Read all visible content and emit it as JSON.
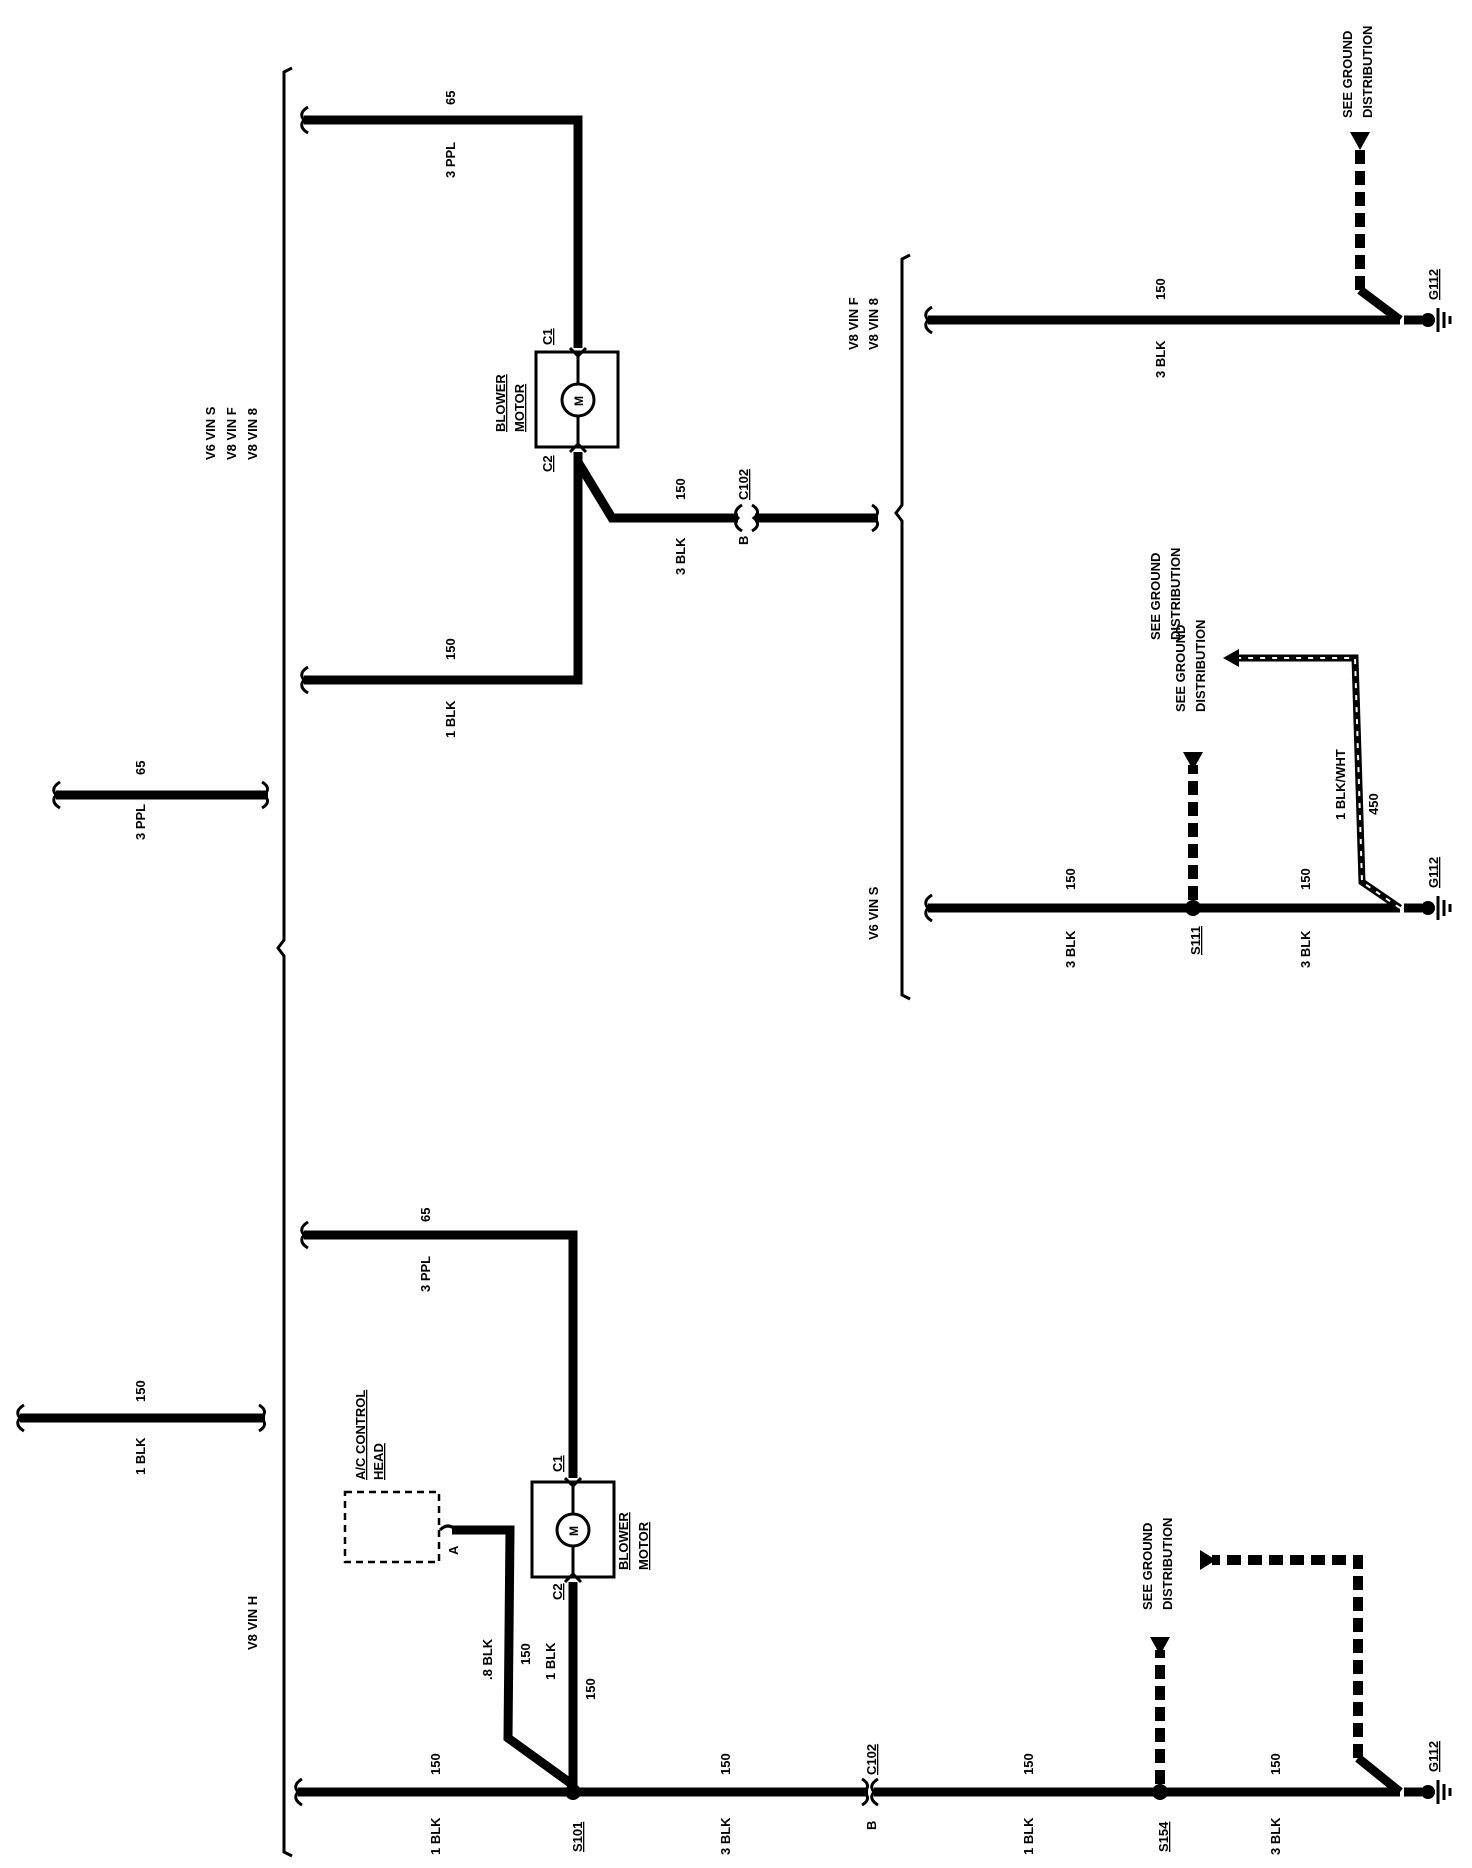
{
  "labels": {
    "v6_vin_s_v8_vin_f_v8_vin_8_line1": "V6 VIN S",
    "v6_vin_s_v8_vin_f_v8_vin_8_line2": "V8 VIN F",
    "v6_vin_s_v8_vin_f_v8_vin_8_line3": "V8 VIN 8",
    "v8_vin_h": "V8 VIN H",
    "v8_vin_f_line1": "V8 VIN F",
    "v8_vin_f_line2": "V8 VIN 8",
    "v6_vin_s": "V6 VIN S"
  },
  "components": {
    "blower_motor_line1": "BLOWER",
    "blower_motor_line2": "MOTOR",
    "motor_symbol": "M",
    "ac_control_head_line1": "A/C CONTROL",
    "ac_control_head_line2": "HEAD",
    "see_ground_line1": "SEE GROUND",
    "see_ground_line2": "DISTRIBUTION"
  },
  "connectors": {
    "c1": "C1",
    "c2": "C2",
    "c102": "C102",
    "c102_pin": "B",
    "ac_pin": "A"
  },
  "splices": {
    "s101": "S101",
    "s111": "S111",
    "s154": "S154"
  },
  "grounds": {
    "g112": "G112"
  },
  "wires": {
    "ppl_gauge": "3 PPL",
    "ppl_circuit": "65",
    "blk1_gauge": "1 BLK",
    "blk3_gauge": "3 BLK",
    "blk08_gauge": ".8 BLK",
    "blk_circuit": "150",
    "blkwht_gauge": "1 BLK/WHT",
    "blkwht_circuit": "450"
  }
}
